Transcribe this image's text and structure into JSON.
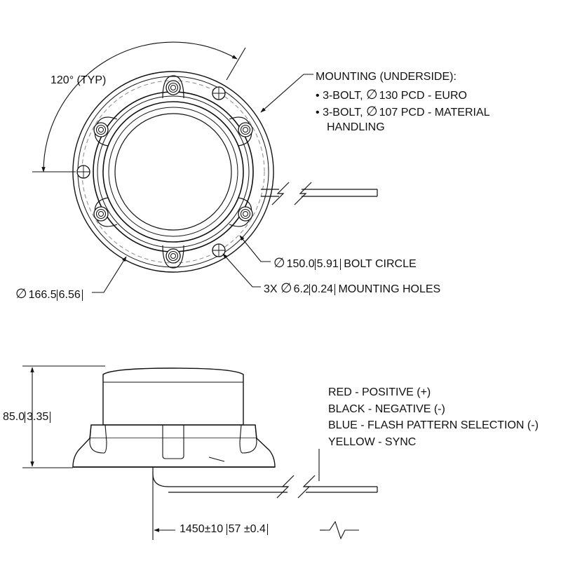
{
  "top_view": {
    "angle_label": "120° (TYP)",
    "mounting": {
      "title": "MOUNTING (UNDERSIDE):",
      "bullets": [
        {
          "bullet": "•",
          "prefix": "3-BOLT,",
          "symbol": "∅",
          "text": "130 PCD - EURO"
        },
        {
          "bullet": "•",
          "prefix": "3-BOLT,",
          "symbol": "∅",
          "text": "107 PCD - MATERIAL"
        }
      ],
      "continuation": "HANDLING"
    },
    "bolt_circle": {
      "symbol": "∅",
      "metric": "150.0",
      "imperial": "5.91",
      "label": "BOLT CIRCLE"
    },
    "mounting_holes": {
      "prefix": "3X",
      "symbol": "∅",
      "metric": "6.2",
      "imperial": "0.24",
      "label": "MOUNTING HOLES"
    },
    "outer_diameter": {
      "symbol": "∅",
      "metric": "166.5",
      "imperial": "6.56"
    }
  },
  "side_view": {
    "height": {
      "metric": "85.0",
      "imperial": "3.35"
    },
    "wiring": [
      "RED - POSITIVE (+)",
      "BLACK - NEGATIVE (-)",
      "BLUE - FLASH PATTERN SELECTION (-)",
      "YELLOW - SYNC"
    ],
    "cable_length": {
      "metric": "1450",
      "tol": "±10",
      "imperial": "57 ±0.4"
    }
  },
  "colors": {
    "line": "#111111",
    "dashed": "#888888",
    "background": "#ffffff"
  }
}
